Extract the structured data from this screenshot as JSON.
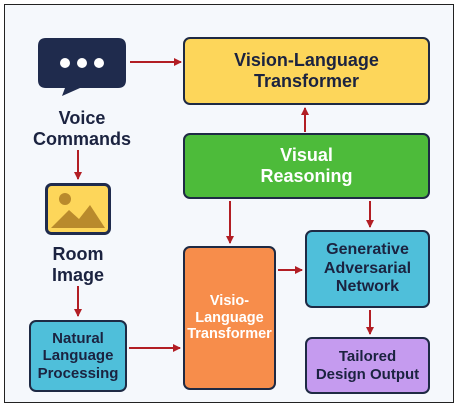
{
  "colors": {
    "yellow": "#fdd65a",
    "green": "#4dbb3a",
    "teal": "#4fbfda",
    "orange": "#f78d4b",
    "purple": "#c59bef",
    "arrow": "#b21e24",
    "navy": "#1f2b4d"
  },
  "nodes": {
    "voice_commands": {
      "label": "Voice\nCommands",
      "icon": "speech-bubble-icon"
    },
    "room_image": {
      "label": "Room\nImage",
      "icon": "image-icon"
    },
    "nlp": {
      "label": "Natural\nLanguage\nProcessing"
    },
    "vlt_top": {
      "label": "Vision-Language\nTransformer"
    },
    "visual_reasoning": {
      "label": "Visual\nReasoning"
    },
    "vlt_mid": {
      "label": "Visio-\nLanguage\nTransformer"
    },
    "gan": {
      "label": "Generative\nAdversarial\nNetwork"
    },
    "tailored_output": {
      "label": "Tailored\nDesign Output"
    }
  }
}
